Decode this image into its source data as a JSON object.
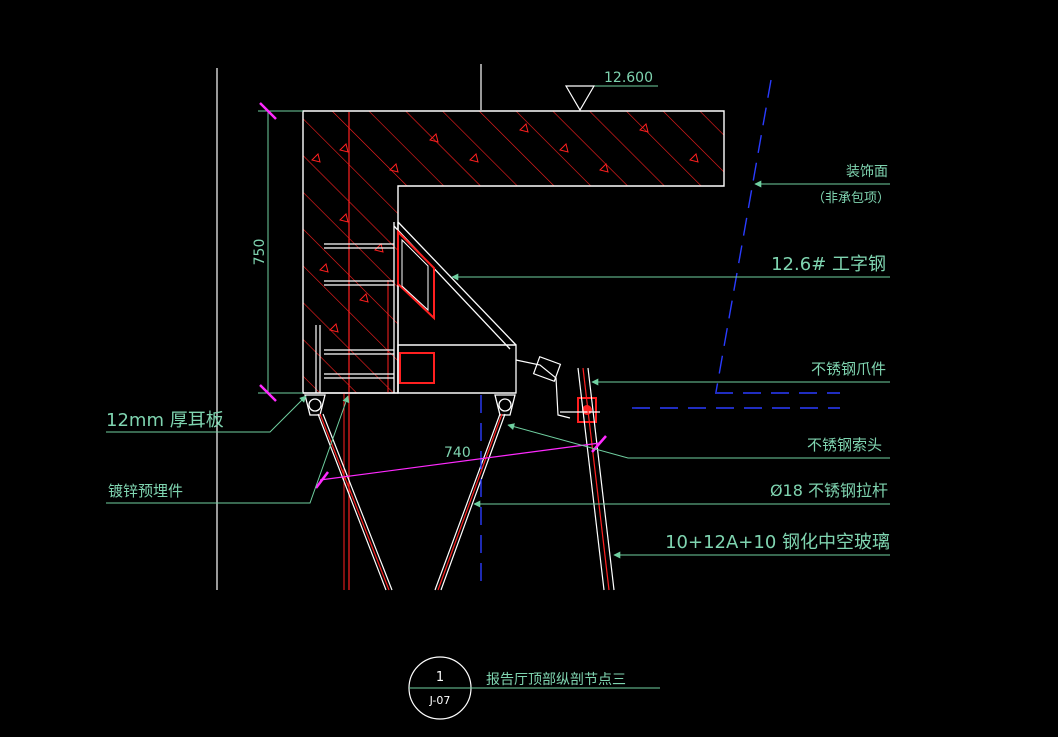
{
  "drawing": {
    "elevation": "12.600",
    "dim_vertical": "750",
    "dim_diagonal": "740",
    "labels": {
      "decor_face_1": "装饰面",
      "decor_face_2": "（非承包项）",
      "i_beam": "12.6# 工字钢",
      "claw": "不锈钢爪件",
      "lug_plate": "12mm 厚耳板",
      "cable_head": "不锈钢索头",
      "embed": "镀锌预埋件",
      "rod": "Ø18 不锈钢拉杆",
      "glass": "10+12A+10 钢化中空玻璃"
    },
    "title_block": {
      "number": "1",
      "sheet": "J-07",
      "title": "报告厅顶部纵剖节点三"
    }
  },
  "colors": {
    "background": "#000000",
    "line_white": "#ffffff",
    "line_red": "#ff2020",
    "line_blue": "#2a3cff",
    "text_green": "#7fd4b0",
    "dim_magenta": "#ff2aff",
    "leader_green": "#6fcfa0"
  }
}
